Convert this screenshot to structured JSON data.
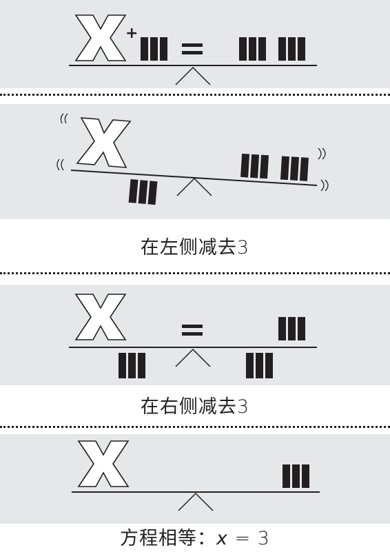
{
  "captions": {
    "step2": "在左侧减去3",
    "step3": "在右侧减去3",
    "step4_prefix": "方程相等：",
    "step4_var": "x",
    "step4_eq": "=",
    "step4_value": "3"
  },
  "panels": {
    "step1": {
      "equation_sign": "=",
      "plus_sign": "+"
    },
    "step3": {
      "equation_sign": "="
    }
  },
  "colors": {
    "panel_bg": "#e6e7e8",
    "ink": "#231f20"
  }
}
